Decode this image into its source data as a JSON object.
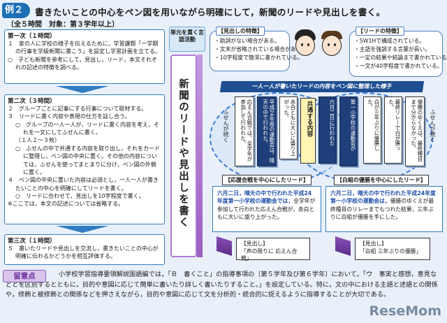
{
  "header": {
    "badge": "例２",
    "title": "書きたいことの中心をペン図を用いながら明確にして，新聞のリードや見出しを書く。",
    "schedule": "〔全５時間　対象：第３学年以上〕"
  },
  "lessons": {
    "first": {
      "heading": "第一次（１時間）",
      "lines": [
        "１　家の人に学校の様子を伝えるために，学習課題「一学期の行事を学級新聞に書こう」を設定し学習計画を立てる。",
        "○　子ども新聞を参考にして，見出し，リード，本文それぞれの記述の特徴を調べる。"
      ]
    },
    "second": {
      "heading": "第二次（３時間）",
      "lines": [
        "２　グループごとに記事にする行事について取材する。",
        "３　リードに書く内容や表現の仕方を話し合う。",
        "○　グループの一人一人が，リードに書く内容を考え，それを一文にしてふせんに書く。",
        "（１人２～３枚）",
        "○　ふせんの中で共通する内容を取り出し，それをカードに整理し，ベン図の中央に置く。その他の内容については，ふせんを使ってまとまりに分け，ベン図の外側に置く。",
        "４　ベン図の中央に置いた内容は必須とし，一人一人が書きたいことの中心を明確にしてリードを書く。",
        "○　リードに合わせて，見出しを10字程度で書く。",
        "※ここでは，本文の記述については省略する。"
      ]
    },
    "third": {
      "heading": "第三次（１時間）",
      "lines": [
        "５　書いたリードや見出しを交流し，書きたいことの中心が明確に伝わるかどうかを相互評価する。"
      ]
    }
  },
  "unit_label": "単元を貫く言語活動",
  "vertical_label": "新聞のリードや見出しを書く",
  "midashi_features": {
    "title": "【見出しの特徴】",
    "items": [
      "・助詞がない場合がある。",
      "・文末が省略されている場合がある。",
      "・10字程度で簡潔に書かれている。"
    ]
  },
  "lead_features": {
    "title": "【リードの特徴】",
    "items": [
      "・5W1Hで構成されている。",
      "・主語を強調する言葉が長い。",
      "・一定の結果や結論まで書かれている。",
      "・一文が40字程度で書かれている。"
    ]
  },
  "venn": {
    "banner": "一人一人が書いたリードの内容をベン図に整理した様子",
    "left_fusen": "ふせんが続く",
    "right_fusen": "ふせんが続く",
    "left_notes": [
      "応えん合戦では，全学年が参加して行われた。",
      "平成24年度の運動会は，晴天の中で行われた。",
      "赤白ともに大いに盛り上がった。"
    ],
    "center_label": "共通する内容",
    "center_notes": [
      "六月二日に行われた",
      "第一小学校の運動会が"
    ],
    "right_notes": [
      "白が三年ぶりに優勝した。",
      "最終リレーで白が勝った。",
      "優勝のゆくえは，最終種目まで分からなかった。"
    ]
  },
  "leads": {
    "left": {
      "title": "【応援合戦を中心にしたリード】",
      "text_bold": "六月二日，晴天の中で行われた平成24年度第一小学校の運動会では，",
      "text": "全学年が参加して行われた応えん合戦が，赤白ともに大いに盛り上がった。"
    },
    "right": {
      "title": "【白組の優勝を中心にしたリード】",
      "text_bold": "六月二日，晴天の中で行われた平成24年度第一小学校の運動会は，",
      "text": "優勝のゆくえが最終種目のリレーまでもつれた結果，三年ぶりに白組が優勝を手にした。"
    }
  },
  "headlines": {
    "left": {
      "label": "【見出し】",
      "text": "「声の限りに 応えん合戦」"
    },
    "right": {
      "label": "【見出し】",
      "text": "「白組 三年ぶりの優勝」"
    }
  },
  "notes_section": {
    "label": "留意点",
    "text": "小学校学習指導要領解説国語編では，「Ｂ　書くこと」の指導事項の〔第５学年及び第６学年〕において，「ウ　事実と感想，意見などとを区別するとともに，目的や意図に応じて簡単に書いたり詳しく書いたりすること。」を設定している。特に，文の中における主語と述語との関係や，修飾と被修飾との関係などを押さえながら，目的や意図に応じて文を分析的・統合的に捉えるように指導することが大切である。"
  },
  "watermark": "ReseMom"
}
